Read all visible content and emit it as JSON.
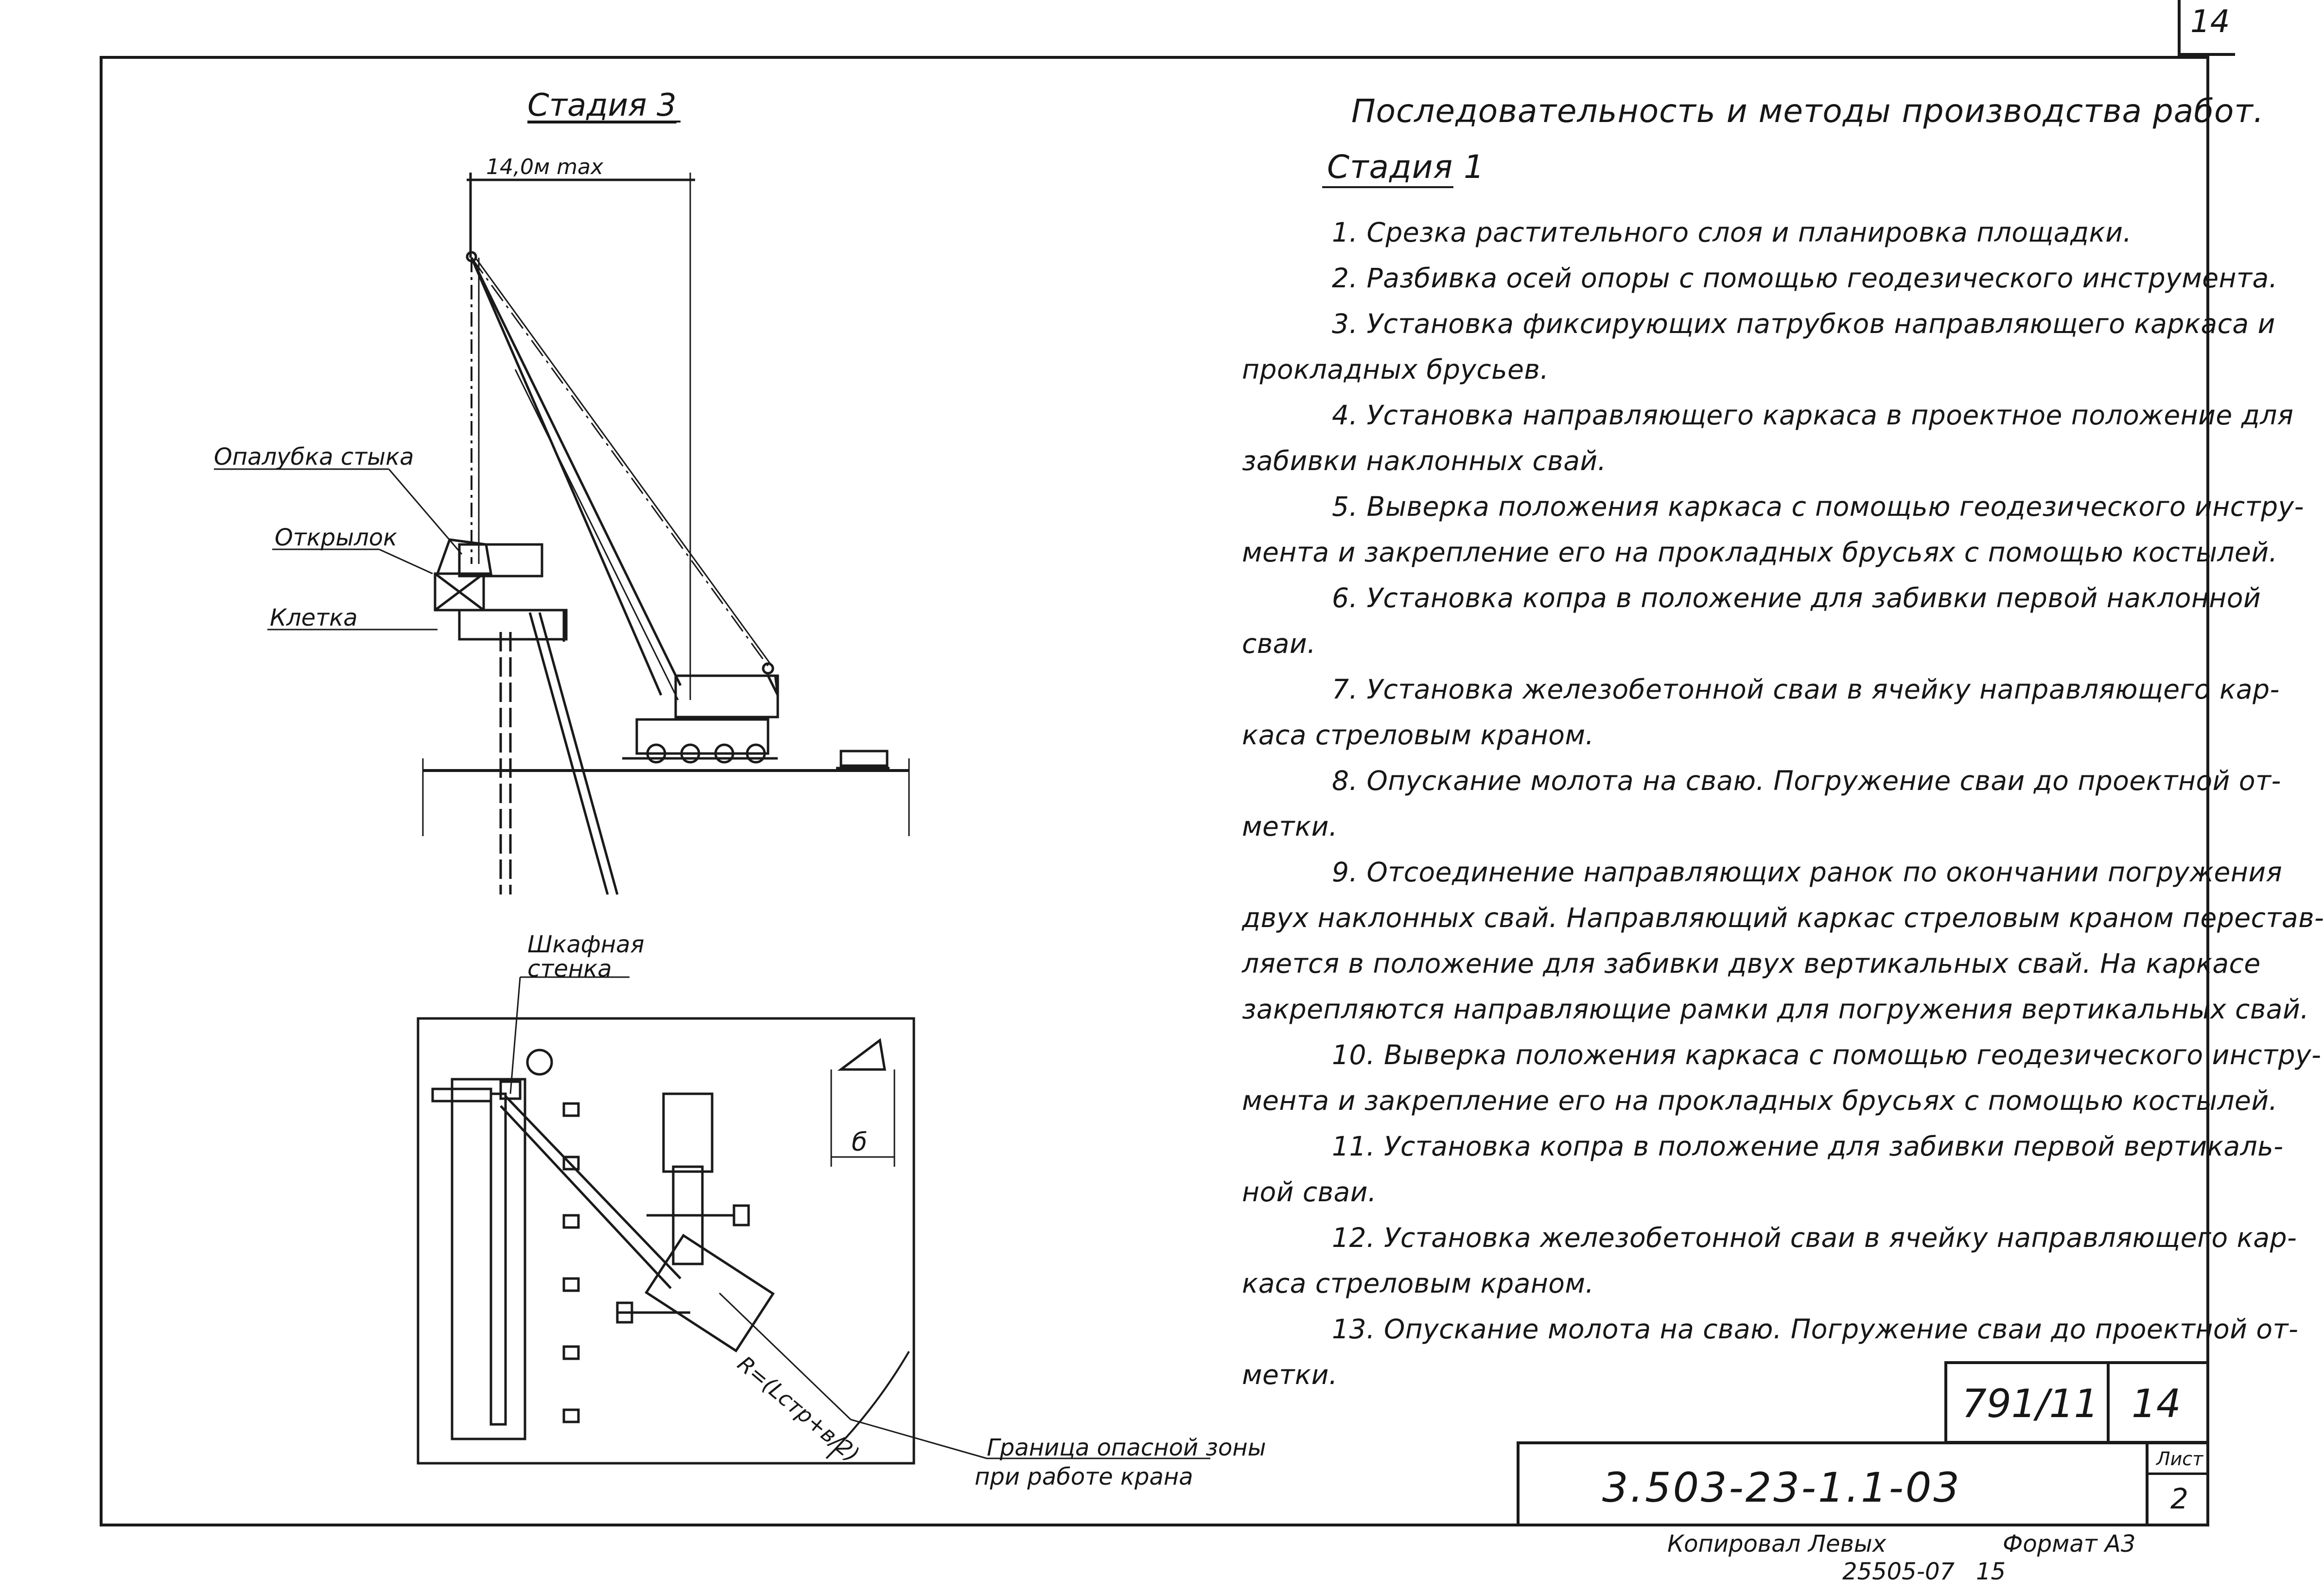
{
  "sheet_corner_number": "14",
  "heading": "Последовательность и методы производства работ.",
  "stage1_title": "Стадия 1",
  "stage3_title": "Стадия 3",
  "dimension_label": "14,0м max",
  "labels": {
    "formwork": "Опалубка стыка",
    "wing": "Открылок",
    "cage": "Клетка",
    "shield_wall_1": "Шкафная",
    "shield_wall_2": "стенка",
    "b_dim": "б",
    "radius": "R=(Lстр+в/2)",
    "danger_1": "Граница опасной зоны",
    "danger_2": "при работе крана"
  },
  "lines": [
    {
      "indent": true,
      "text": "1. Срезка растительного слоя и планировка площадки."
    },
    {
      "indent": true,
      "text": "2. Разбивка осей опоры с помощью геодезического инструмента."
    },
    {
      "indent": true,
      "text": "3. Установка фиксирующих патрубков направляющего каркаса и"
    },
    {
      "indent": false,
      "text": "прокладных брусьев."
    },
    {
      "indent": true,
      "text": "4. Установка направляющего каркаса в проектное положение для"
    },
    {
      "indent": false,
      "text": "забивки наклонных свай."
    },
    {
      "indent": true,
      "text": "5. Выверка положения каркаса с помощью геодезического инстру-"
    },
    {
      "indent": false,
      "text": "мента и закрепление его на прокладных брусьях с помощью костылей."
    },
    {
      "indent": true,
      "text": "6. Установка копра в положение для забивки первой наклонной"
    },
    {
      "indent": false,
      "text": "сваи."
    },
    {
      "indent": true,
      "text": "7. Установка железобетонной сваи в ячейку направляющего кар-"
    },
    {
      "indent": false,
      "text": "каса стреловым краном."
    },
    {
      "indent": true,
      "text": "8. Опускание молота на сваю. Погружение сваи до проектной от-"
    },
    {
      "indent": false,
      "text": "метки."
    },
    {
      "indent": true,
      "text": "9. Отсоединение направляющих ранок по окончании погружения"
    },
    {
      "indent": false,
      "text": "двух наклонных свай. Направляющий каркас стреловым краном перестав-"
    },
    {
      "indent": false,
      "text": "ляется в положение для забивки двух вертикальных свай. На каркасе"
    },
    {
      "indent": false,
      "text": "закрепляются направляющие рамки для погружения вертикальных свай."
    },
    {
      "indent": true,
      "text": "10. Выверка положения каркаса с помощью геодезического инстру-"
    },
    {
      "indent": false,
      "text": "мента и закрепление его на прокладных брусьях с помощью костылей."
    },
    {
      "indent": true,
      "text": "11. Установка копра в положение для забивки первой вертикаль-"
    },
    {
      "indent": false,
      "text": "ной сваи."
    },
    {
      "indent": true,
      "text": "12. Установка железобетонной сваи в ячейку направляющего кар-"
    },
    {
      "indent": false,
      "text": "каса стреловым краном."
    },
    {
      "indent": true,
      "text": "13. Опускание молота на сваю. Погружение сваи до проектной от-"
    },
    {
      "indent": false,
      "text": "метки."
    }
  ],
  "stamp": {
    "album": "791/11",
    "album_page": "14",
    "designation": "3.503-23-1.1-03",
    "sheet_label": "Лист",
    "sheet_number": "2"
  },
  "footer": {
    "copied": "Копировал",
    "copier_name": "Левых",
    "order": "25505-07",
    "order_suffix": "15",
    "format": "Формат А3"
  }
}
